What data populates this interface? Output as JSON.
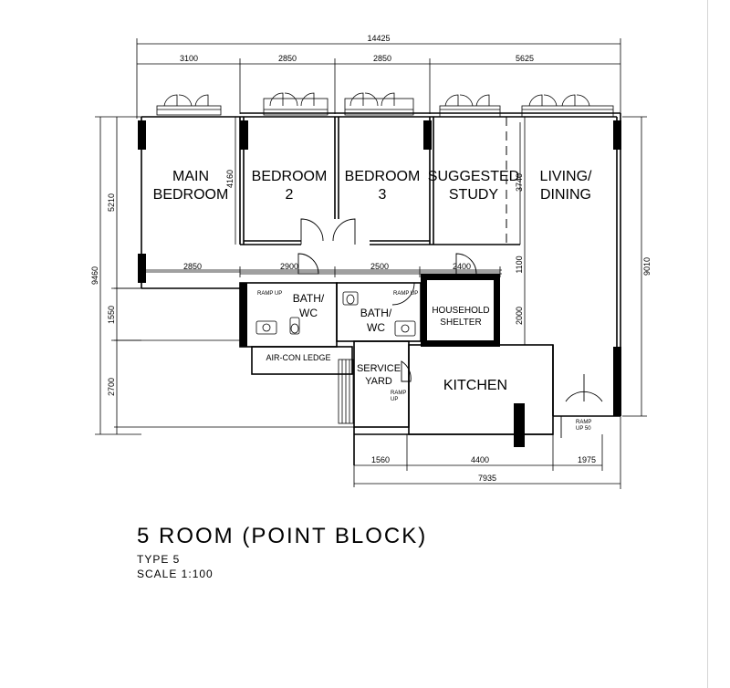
{
  "plan": {
    "title": "5 ROOM (POINT BLOCK)",
    "type_label": "TYPE  5",
    "scale_label": "SCALE 1:100"
  },
  "rooms": {
    "main_bedroom": [
      "MAIN",
      "BEDROOM"
    ],
    "bedroom2": [
      "BEDROOM",
      "2"
    ],
    "bedroom3": [
      "BEDROOM",
      "3"
    ],
    "study": [
      "SUGGESTED",
      "STUDY"
    ],
    "living": [
      "LIVING/",
      "DINING"
    ],
    "bath1": [
      "BATH/",
      "WC"
    ],
    "bath2": [
      "BATH/",
      "WC"
    ],
    "shelter": [
      "HOUSEHOLD",
      "SHELTER"
    ],
    "service_yard": [
      "SERVICE",
      "YARD"
    ],
    "kitchen": "KITCHEN",
    "aircon_ledge": "AIR-CON LEDGE"
  },
  "ramps": {
    "bath1": "RAMP UP",
    "bath2": "RAMP UP",
    "yard": [
      "RAMP",
      "UP"
    ],
    "entrance": [
      "RAMP",
      "UP 50"
    ]
  },
  "dimensions": {
    "top_total": "14425",
    "top_segments": [
      "3100",
      "2850",
      "2850",
      "5625"
    ],
    "left_total": "9460",
    "left_segments": [
      "5210",
      "1550",
      "2700"
    ],
    "right_total": "9010",
    "inner_width1": "2850",
    "inner_width2": "2900",
    "inner_width3": "2500",
    "inner_width4": "2400",
    "inner_h1": "4160",
    "inner_h2": "3740",
    "inner_h3": "1100",
    "inner_h4": "2000",
    "bottom_segments": [
      "1560",
      "4400",
      "1975"
    ],
    "bottom_total": "7935"
  }
}
